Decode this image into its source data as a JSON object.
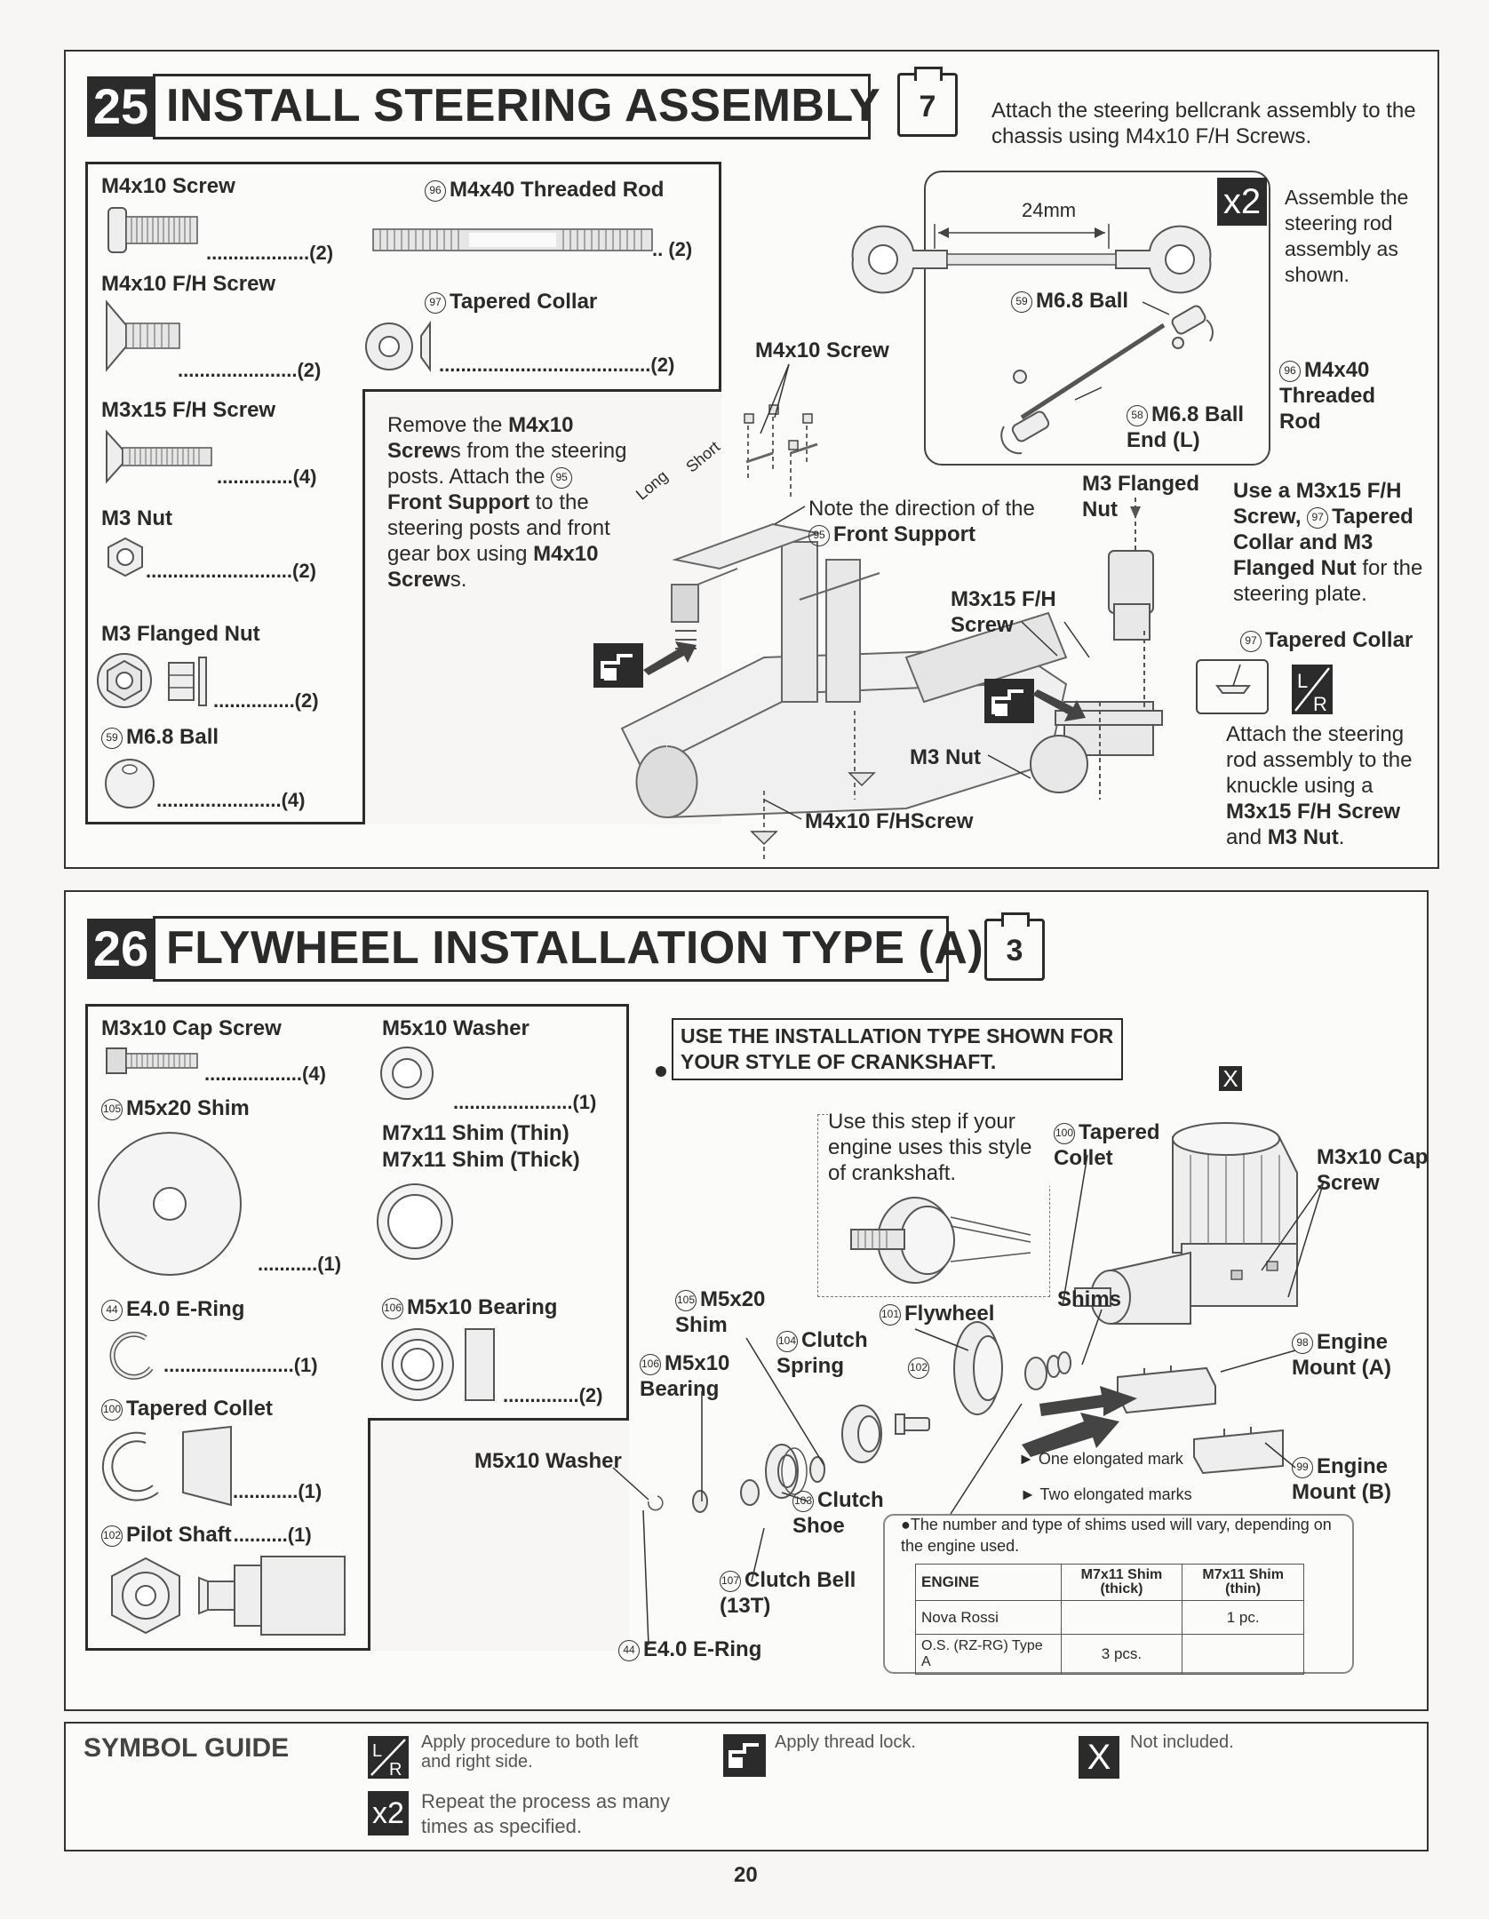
{
  "step25": {
    "number": "25",
    "title": "INSTALL STEERING ASSEMBLY",
    "time": "7",
    "instruction": "Attach the steering bellcrank assembly to the chassis using M4x10 F/H Screws.",
    "parts": {
      "m4x10_screw": {
        "name": "M4x10 Screw",
        "qty": "...................(2)"
      },
      "m4x10_fh_screw": {
        "name": "M4x10 F/H Screw",
        "qty": "......................(2)"
      },
      "m3x15_fh_screw": {
        "name": "M3x15 F/H Screw",
        "qty": "..............(4)"
      },
      "m3_nut": {
        "name": "M3 Nut",
        "qty": "...........................(2)"
      },
      "m3_flanged_nut": {
        "name": "M3 Flanged Nut",
        "qty": "...............(2)"
      },
      "m68_ball": {
        "num": "59",
        "name": "M6.8 Ball",
        "qty": ".......................(4)"
      },
      "m4x40_rod": {
        "num": "96",
        "name": "M4x40 Threaded Rod",
        "qty": ".. (2)"
      },
      "tapered_collar": {
        "num": "97",
        "name": "Tapered Collar",
        "qty": ".......................................(2)"
      }
    },
    "remove_text": "Remove the M4x10 Screws from the steering posts. Attach the (95) Front Support to the steering posts and front gear box using M4x10 Screws.",
    "callouts": {
      "m4x10_screw": "M4x10 Screw",
      "long": "Long",
      "short": "Short",
      "note_direction": "Note the direction of the",
      "front_support_num": "95",
      "front_support": "Front Support",
      "m3x15_fh_screw": "M3x15 F/H Screw",
      "m3_nut": "M3 Nut",
      "m4x10_fhscrew": "M4x10 F/HScrew",
      "m3_flanged_nut": "M3 Flanged Nut",
      "tapered_collar_num": "97",
      "tapered_collar": "Tapered Collar"
    },
    "rod_box": {
      "dimension": "24mm",
      "repeat": "x2",
      "assemble_text": "Assemble the steering rod assembly as shown.",
      "ball_num": "59",
      "ball": "M6.8 Ball",
      "rod_num": "96",
      "rod": "M4x40 Threaded Rod",
      "ball_end_num": "58",
      "ball_end": "M6.8 Ball End (L)"
    },
    "use_text": "Use a M3x15 F/H Screw, (97) Tapered Collar and M3 Flanged Nut for the steering plate.",
    "attach_text": "Attach the steering rod assembly to the knuckle using a M3x15 F/H Screw and M3 Nut.",
    "lr_top": "L",
    "lr_bottom": "R"
  },
  "step26": {
    "number": "26",
    "title": "FLYWHEEL INSTALLATION TYPE (A)",
    "time": "3",
    "parts": {
      "m3x10_cap": {
        "name": "M3x10 Cap Screw",
        "qty": "..................(4)"
      },
      "m5x20_shim": {
        "num": "105",
        "name": "M5x20 Shim",
        "qty": "...........(1)"
      },
      "e40_ering": {
        "num": "44",
        "name": "E4.0 E-Ring",
        "qty": "........................(1)"
      },
      "tapered_collet": {
        "num": "100",
        "name": "Tapered Collet",
        "qty": "............(1)"
      },
      "pilot_shaft": {
        "num": "102",
        "name": "Pilot Shaft",
        "qty": "..........(1)"
      },
      "m5x10_washer": {
        "name": "M5x10 Washer",
        "qty": "......................(1)"
      },
      "m7x11_thin": {
        "name": "M7x11 Shim (Thin)"
      },
      "m7x11_thick": {
        "name": "M7x11 Shim (Thick)"
      },
      "m5x10_bearing": {
        "num": "106",
        "name": "M5x10 Bearing",
        "qty": "..............(2)"
      }
    },
    "notice": "USE THE INSTALLATION TYPE SHOWN FOR YOUR STYLE OF CRANKSHAFT.",
    "use_step": "Use this step if your engine uses this style of crankshaft.",
    "not_included": "X",
    "callouts": {
      "tapered_collet_num": "100",
      "tapered_collet": "Tapered Collet",
      "m3x10_cap": "M3x10 Cap Screw",
      "shims": "Shims",
      "flywheel_num": "101",
      "flywheel": "Flywheel",
      "engine_mount_a_num": "98",
      "engine_mount_a": "Engine Mount (A)",
      "engine_mount_b_num": "99",
      "engine_mount_b": "Engine Mount (B)",
      "m5x20_shim_num": "105",
      "m5x20_shim": "M5x20 Shim",
      "clutch_spring_num": "104",
      "clutch_spring": "Clutch Spring",
      "pilot_num": "102",
      "m5x10_bearing_num": "106",
      "m5x10_bearing": "M5x10 Bearing",
      "m5x10_washer": "M5x10 Washer",
      "clutch_shoe_num": "103",
      "clutch_shoe": "Clutch Shoe",
      "clutch_bell_num": "107",
      "clutch_bell": "Clutch Bell (13T)",
      "ering_num": "44",
      "ering": "E4.0 E-Ring",
      "one_mark": "► One elongated mark",
      "two_marks": "► Two elongated marks"
    },
    "shim_note": "●The number and type of shims used will vary, depending on the engine used.",
    "shim_table": {
      "headers": [
        "ENGINE",
        "M7x11 Shim (thick)",
        "M7x11 Shim (thin)"
      ],
      "rows": [
        [
          "Nova Rossi",
          "",
          "1 pc."
        ],
        [
          "O.S. (RZ-RG) Type A",
          "3 pcs.",
          ""
        ]
      ]
    }
  },
  "symbol_guide": {
    "title": "SYMBOL GUIDE",
    "lr": "Apply procedure to both left and right side.",
    "thread_lock": "Apply thread lock.",
    "not_included": "Not included.",
    "repeat": "Repeat the process as many times as specified.",
    "x2": "x2",
    "x": "X",
    "l": "L",
    "r": "R"
  },
  "page_number": "20"
}
